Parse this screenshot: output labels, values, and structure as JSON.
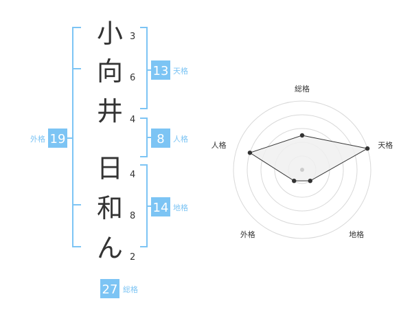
{
  "name": {
    "chars": [
      {
        "char": "小",
        "strokes": "3"
      },
      {
        "char": "向",
        "strokes": "6"
      },
      {
        "char": "井",
        "strokes": "4"
      },
      {
        "char": "日",
        "strokes": "4"
      },
      {
        "char": "和",
        "strokes": "8"
      },
      {
        "char": "ん",
        "strokes": "2"
      }
    ]
  },
  "fortunes": {
    "tenkaku": {
      "value": "13",
      "label": "天格"
    },
    "jinkaku": {
      "value": "8",
      "label": "人格"
    },
    "chikaku": {
      "value": "14",
      "label": "地格"
    },
    "gaikaku": {
      "value": "19",
      "label": "外格"
    },
    "soukaku": {
      "value": "27",
      "label": "総格"
    }
  },
  "chart_data": {
    "type": "radar",
    "axes": [
      "総格",
      "天格",
      "地格",
      "外格",
      "人格"
    ],
    "values": [
      0.5,
      1.0,
      0.2,
      0.2,
      0.8
    ],
    "max": 1.0,
    "rings": 5
  },
  "colors": {
    "accent": "#7cc4f4",
    "text": "#333333",
    "bracket": "#7cc4f4",
    "radar_fill": "#f0f0f0",
    "radar_stroke": "#333333",
    "ring": "#d8d8d8",
    "center_dot": "#cccccc"
  }
}
